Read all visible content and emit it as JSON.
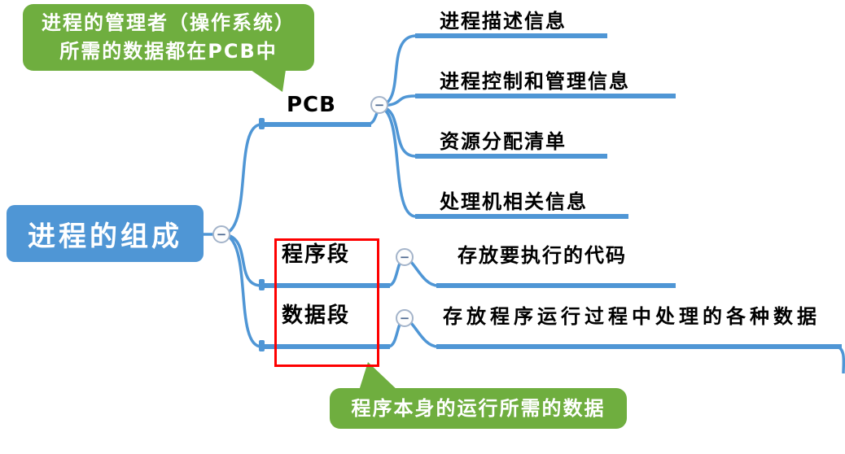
{
  "root": {
    "label": "进程的组成"
  },
  "branches": [
    {
      "label": "PCB",
      "children": [
        {
          "label": "进程描述信息"
        },
        {
          "label": "进程控制和管理信息"
        },
        {
          "label": "资源分配清单"
        },
        {
          "label": "处理机相关信息"
        }
      ]
    },
    {
      "label": "程序段",
      "children": [
        {
          "label": "存放要执行的代码"
        }
      ]
    },
    {
      "label": "数据段",
      "children": [
        {
          "label": "存放程序运行过程中处理的各种数据"
        }
      ]
    }
  ],
  "callouts": {
    "pcb_note": {
      "line1": "进程的管理者（操作系统）",
      "line2": "所需的数据都在PCB中"
    },
    "data_note": {
      "text": "程序本身的运行所需的数据"
    }
  },
  "icons": {
    "collapse_glyph": "−"
  },
  "colors": {
    "branch_blue": "#4f96d5",
    "callout_green": "#6fae3f",
    "highlight_red": "#fe0000",
    "root_fill": "#4f96d5"
  }
}
